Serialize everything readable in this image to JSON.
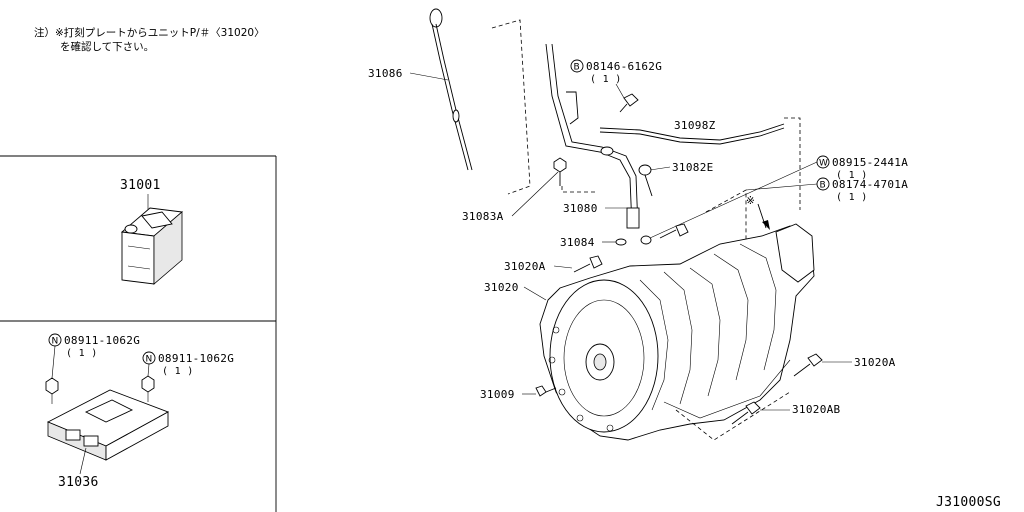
{
  "note": {
    "line1": "注）※打刻プレートからユニットP/＃〈31020〉",
    "line2": "を確認して下さい。"
  },
  "diagram_id": "J31000SG",
  "parts": {
    "p31001": "31001",
    "p31036": "31036",
    "n1_code": "08911-1062G",
    "n1_qty": "( 1 )",
    "n2_code": "08911-1062G",
    "n2_qty": "( 1 )",
    "p31086": "31086",
    "b1_code": "08146-6162G",
    "b1_qty": "( 1 )",
    "p31098Z": "31098Z",
    "p31082E": "31082E",
    "w1_code": "08915-2441A",
    "w1_qty": "( 1 )",
    "b2_code": "08174-4701A",
    "b2_qty": "( 1 )",
    "p31083A": "31083A",
    "p31080": "31080",
    "p31084": "31084",
    "p31020A_top": "31020A",
    "p31020": "31020",
    "p31020A_right": "31020A",
    "p31009": "31009",
    "p31020AB": "31020AB"
  },
  "callouts": {
    "n": "N",
    "b": "B",
    "w": "W",
    "star": "※"
  }
}
